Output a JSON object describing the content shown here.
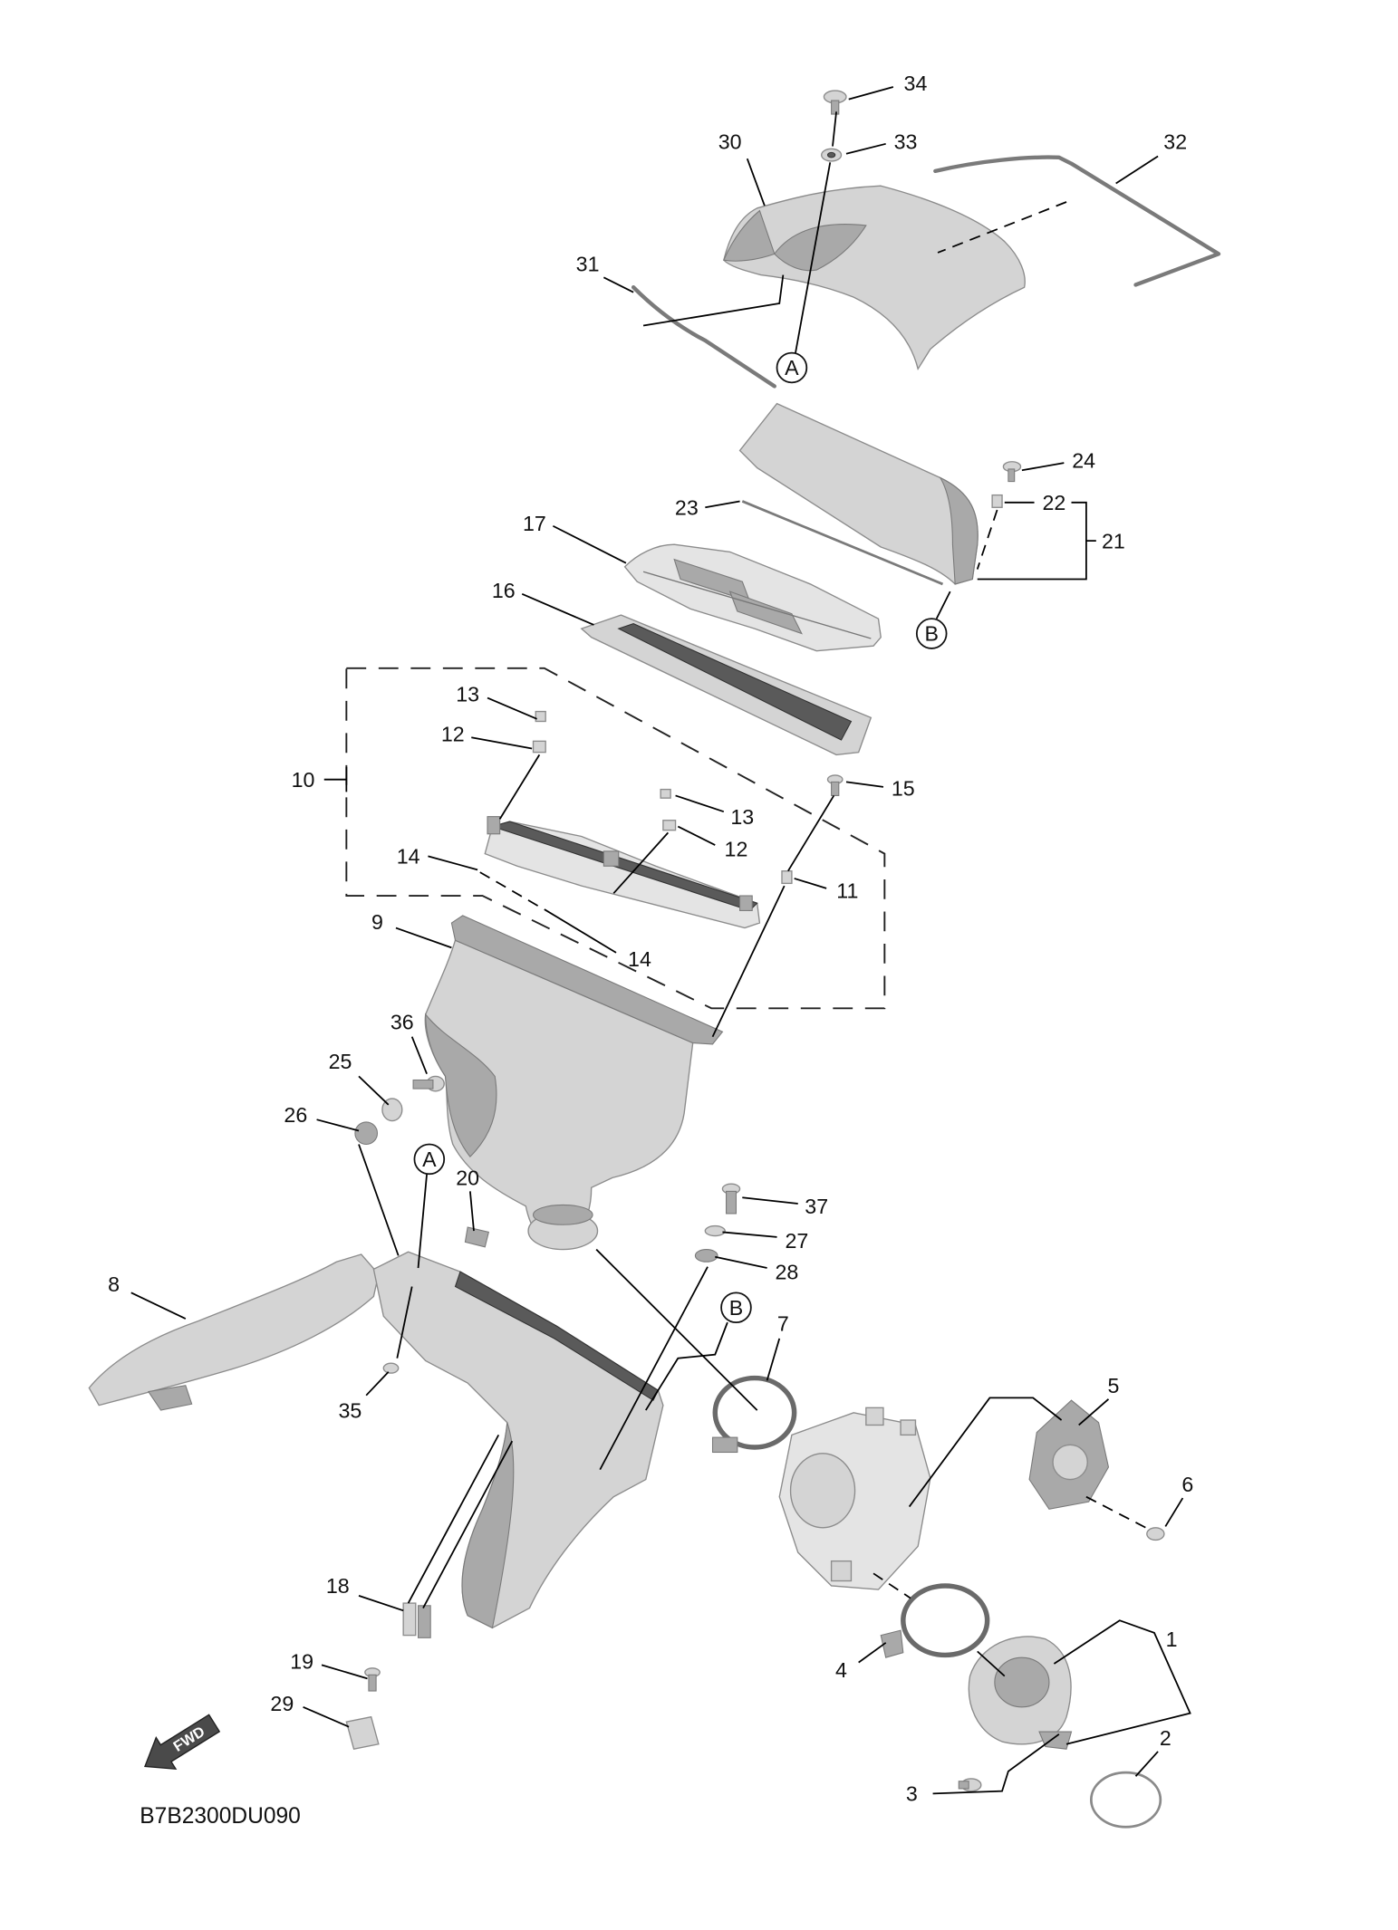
{
  "diagram_code": "B7B2300DU090",
  "fwd_label": "FWD",
  "callouts": {
    "p1": "1",
    "p2": "2",
    "p3": "3",
    "p4": "4",
    "p5": "5",
    "p6": "6",
    "p7": "7",
    "p8": "8",
    "p9": "9",
    "p10": "10",
    "p11": "11",
    "p12_top": "12",
    "p12_mid": "12",
    "p13_top": "13",
    "p13_mid": "13",
    "p14_left": "14",
    "p14_low": "14",
    "p15": "15",
    "p16": "16",
    "p17": "17",
    "p18": "18",
    "p19": "19",
    "p20": "20",
    "p21": "21",
    "p22": "22",
    "p23": "23",
    "p24": "24",
    "p25": "25",
    "p26": "26",
    "p27": "27",
    "p28": "28",
    "p29": "29",
    "p30": "30",
    "p31": "31",
    "p32": "32",
    "p33": "33",
    "p34": "34",
    "p35": "35",
    "p36": "36",
    "p37": "37"
  },
  "reference_markers": {
    "a_top": "A",
    "a_bottom": "A",
    "b_top": "B",
    "b_bottom": "B"
  },
  "colors": {
    "line": "#000000",
    "part_fill": "#d4d4d4",
    "part_shade": "#a9a9a9",
    "background": "#ffffff"
  }
}
